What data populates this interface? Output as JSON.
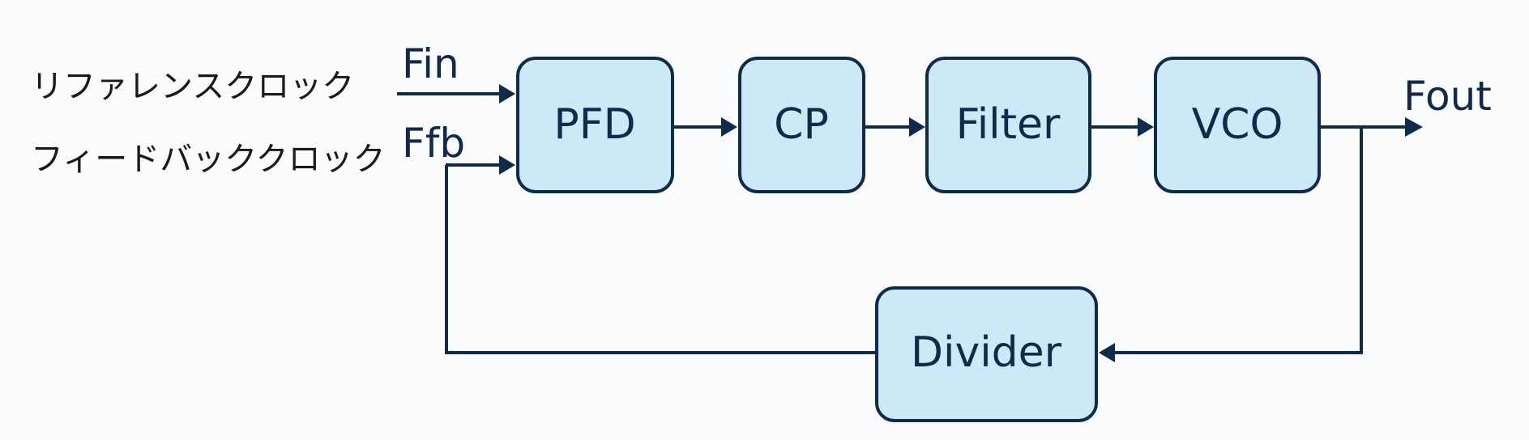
{
  "inputs": {
    "reference_clock": "リファレンスクロック",
    "feedback_clock": "フィードバッククロック",
    "fin": "Fin",
    "ffb": "Ffb"
  },
  "output": {
    "fout": "Fout"
  },
  "blocks": {
    "pfd": "PFD",
    "cp": "CP",
    "filter": "Filter",
    "vco": "VCO",
    "divider": "Divider"
  },
  "colors": {
    "block_fill": "#cde8f6",
    "line": "#102a4c"
  }
}
